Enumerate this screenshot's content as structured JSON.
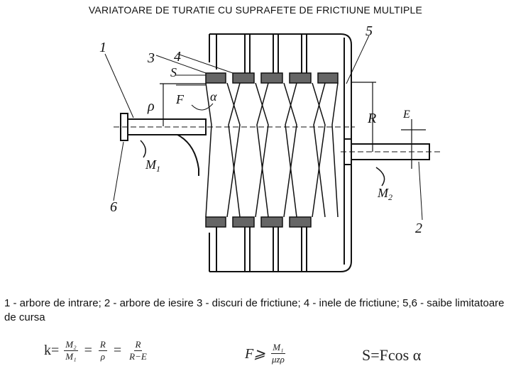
{
  "title": "VARIATOARE DE TURATIE CU SUPRAFETE DE FRICTIUNE MULTIPLE",
  "diagram": {
    "labels": {
      "l1": "1",
      "l2": "2",
      "l3": "3",
      "l4": "4",
      "l5": "5",
      "l6": "6",
      "s": "S",
      "rho": "ρ",
      "f": "F",
      "alpha": "α",
      "r": "R",
      "e": "E",
      "m1": "M",
      "m1_sub": "1",
      "m2": "M",
      "m2_sub": "2"
    }
  },
  "caption": "1 - arbore de intrare; 2 - arbore de iesire 3 - discuri de frictiune; 4 - inele de frictiune; 5,6 - saibe limitatoare de cursa",
  "formulas": {
    "k": {
      "lhs": "k=",
      "f1_num": "M₂",
      "f1_den": "M₁",
      "eq": "=",
      "f2_num": "R",
      "f2_den": "ρ",
      "eq2": "=",
      "f3_num": "R",
      "f3_den": "R−E"
    },
    "f": {
      "lhs": "F⩾",
      "num": "M₁",
      "den": "μzρ"
    },
    "s": {
      "text": "S=Fcos α"
    }
  }
}
